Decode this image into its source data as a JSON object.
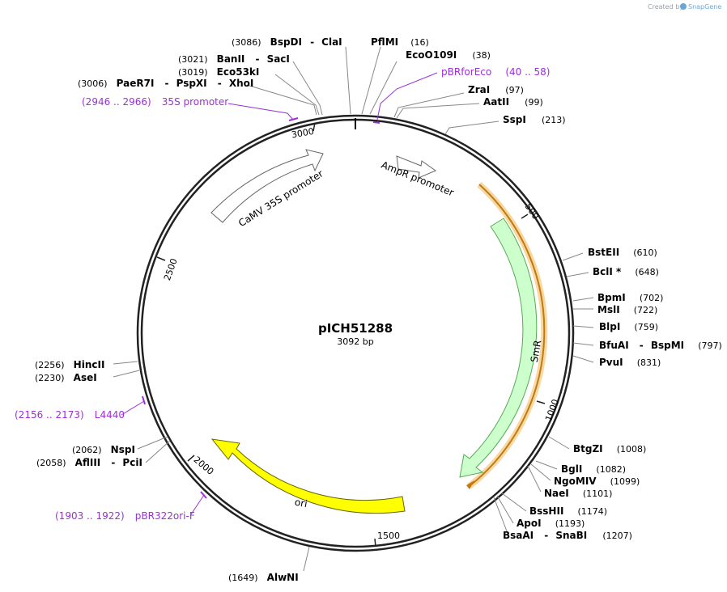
{
  "plasmid": {
    "name": "pICH51288",
    "length_label": "3092 bp",
    "length": 3092
  },
  "watermark": {
    "created_by": "Created by",
    "brand": "SnapGene"
  },
  "tick_labels": [
    "3000",
    "2500",
    "2000",
    "1500",
    "1000",
    "500"
  ],
  "features": [
    {
      "id": "camv35s",
      "label": "CaMV 35S promoter"
    },
    {
      "id": "ampr_promoter",
      "label": "AmpR promoter"
    },
    {
      "id": "smr",
      "label": "SmR"
    },
    {
      "id": "ori",
      "label": "ori"
    }
  ],
  "restriction_sites": [
    {
      "text_a": "(3086)",
      "name": "BspDI",
      "sep": "-",
      "name2": "ClaI"
    },
    {
      "name": "PflMI",
      "pos": "(16)"
    },
    {
      "name": "EcoO109I",
      "pos": "(38)"
    },
    {
      "pos": "(3021)",
      "name": "BanII",
      "sep": "-",
      "name2": "SacI"
    },
    {
      "pos": "(3019)",
      "name": "Eco53kI"
    },
    {
      "pos": "(3006)",
      "name": "PaeR7I",
      "sep": "-",
      "name2": "PspXI",
      "sep2": "-",
      "name3": "XhoI"
    },
    {
      "name": "ZraI",
      "pos": "(97)"
    },
    {
      "name": "AatII",
      "pos": "(99)"
    },
    {
      "name": "SspI",
      "pos": "(213)"
    },
    {
      "name": "BstEII",
      "pos": "(610)"
    },
    {
      "name": "BclI *",
      "pos": "(648)"
    },
    {
      "name": "BpmI",
      "pos": "(702)"
    },
    {
      "name": "MslI",
      "pos": "(722)"
    },
    {
      "name": "BlpI",
      "pos": "(759)"
    },
    {
      "name": "BfuAI",
      "sep": "-",
      "name2": "BspMI",
      "pos": "(797)"
    },
    {
      "name": "PvuI",
      "pos": "(831)"
    },
    {
      "name": "BtgZI",
      "pos": "(1008)"
    },
    {
      "name": "BglI",
      "pos": "(1082)"
    },
    {
      "name": "NgoMIV",
      "pos": "(1099)"
    },
    {
      "name": "NaeI",
      "pos": "(1101)"
    },
    {
      "name": "BssHII",
      "pos": "(1174)"
    },
    {
      "name": "ApoI",
      "pos": "(1193)"
    },
    {
      "name": "BsaAI",
      "sep": "-",
      "name2": "SnaBI",
      "pos": "(1207)"
    },
    {
      "pos": "(1649)",
      "name": "AlwNI"
    },
    {
      "pos": "(2256)",
      "name": "HincII"
    },
    {
      "pos": "(2230)",
      "name": "AseI"
    },
    {
      "pos": "(2062)",
      "name": "NspI"
    },
    {
      "pos": "(2058)",
      "name": "AflIII",
      "sep": "-",
      "name2": "PciI"
    }
  ],
  "primers": [
    {
      "name": "pBRforEco",
      "range": "(40 .. 58)"
    },
    {
      "range": "(2946 .. 2966)",
      "name": "35S promoter"
    },
    {
      "range": "(2156 .. 2173)",
      "name": "L4440"
    },
    {
      "range": "(1903 .. 1922)",
      "name": "pBR322ori-F"
    }
  ],
  "colors": {
    "backbone": "#222222",
    "smr_fill": "#ccffcc",
    "smr_stroke": "#55aa55",
    "ori_fill": "#ffff00",
    "ori_stroke": "#666600",
    "promoter_fill": "#ffffff",
    "promoter_stroke": "#666666",
    "orange_arc": "#f0a030",
    "orange_outer": "#f8d8a0",
    "primer": "#9b30d9"
  }
}
